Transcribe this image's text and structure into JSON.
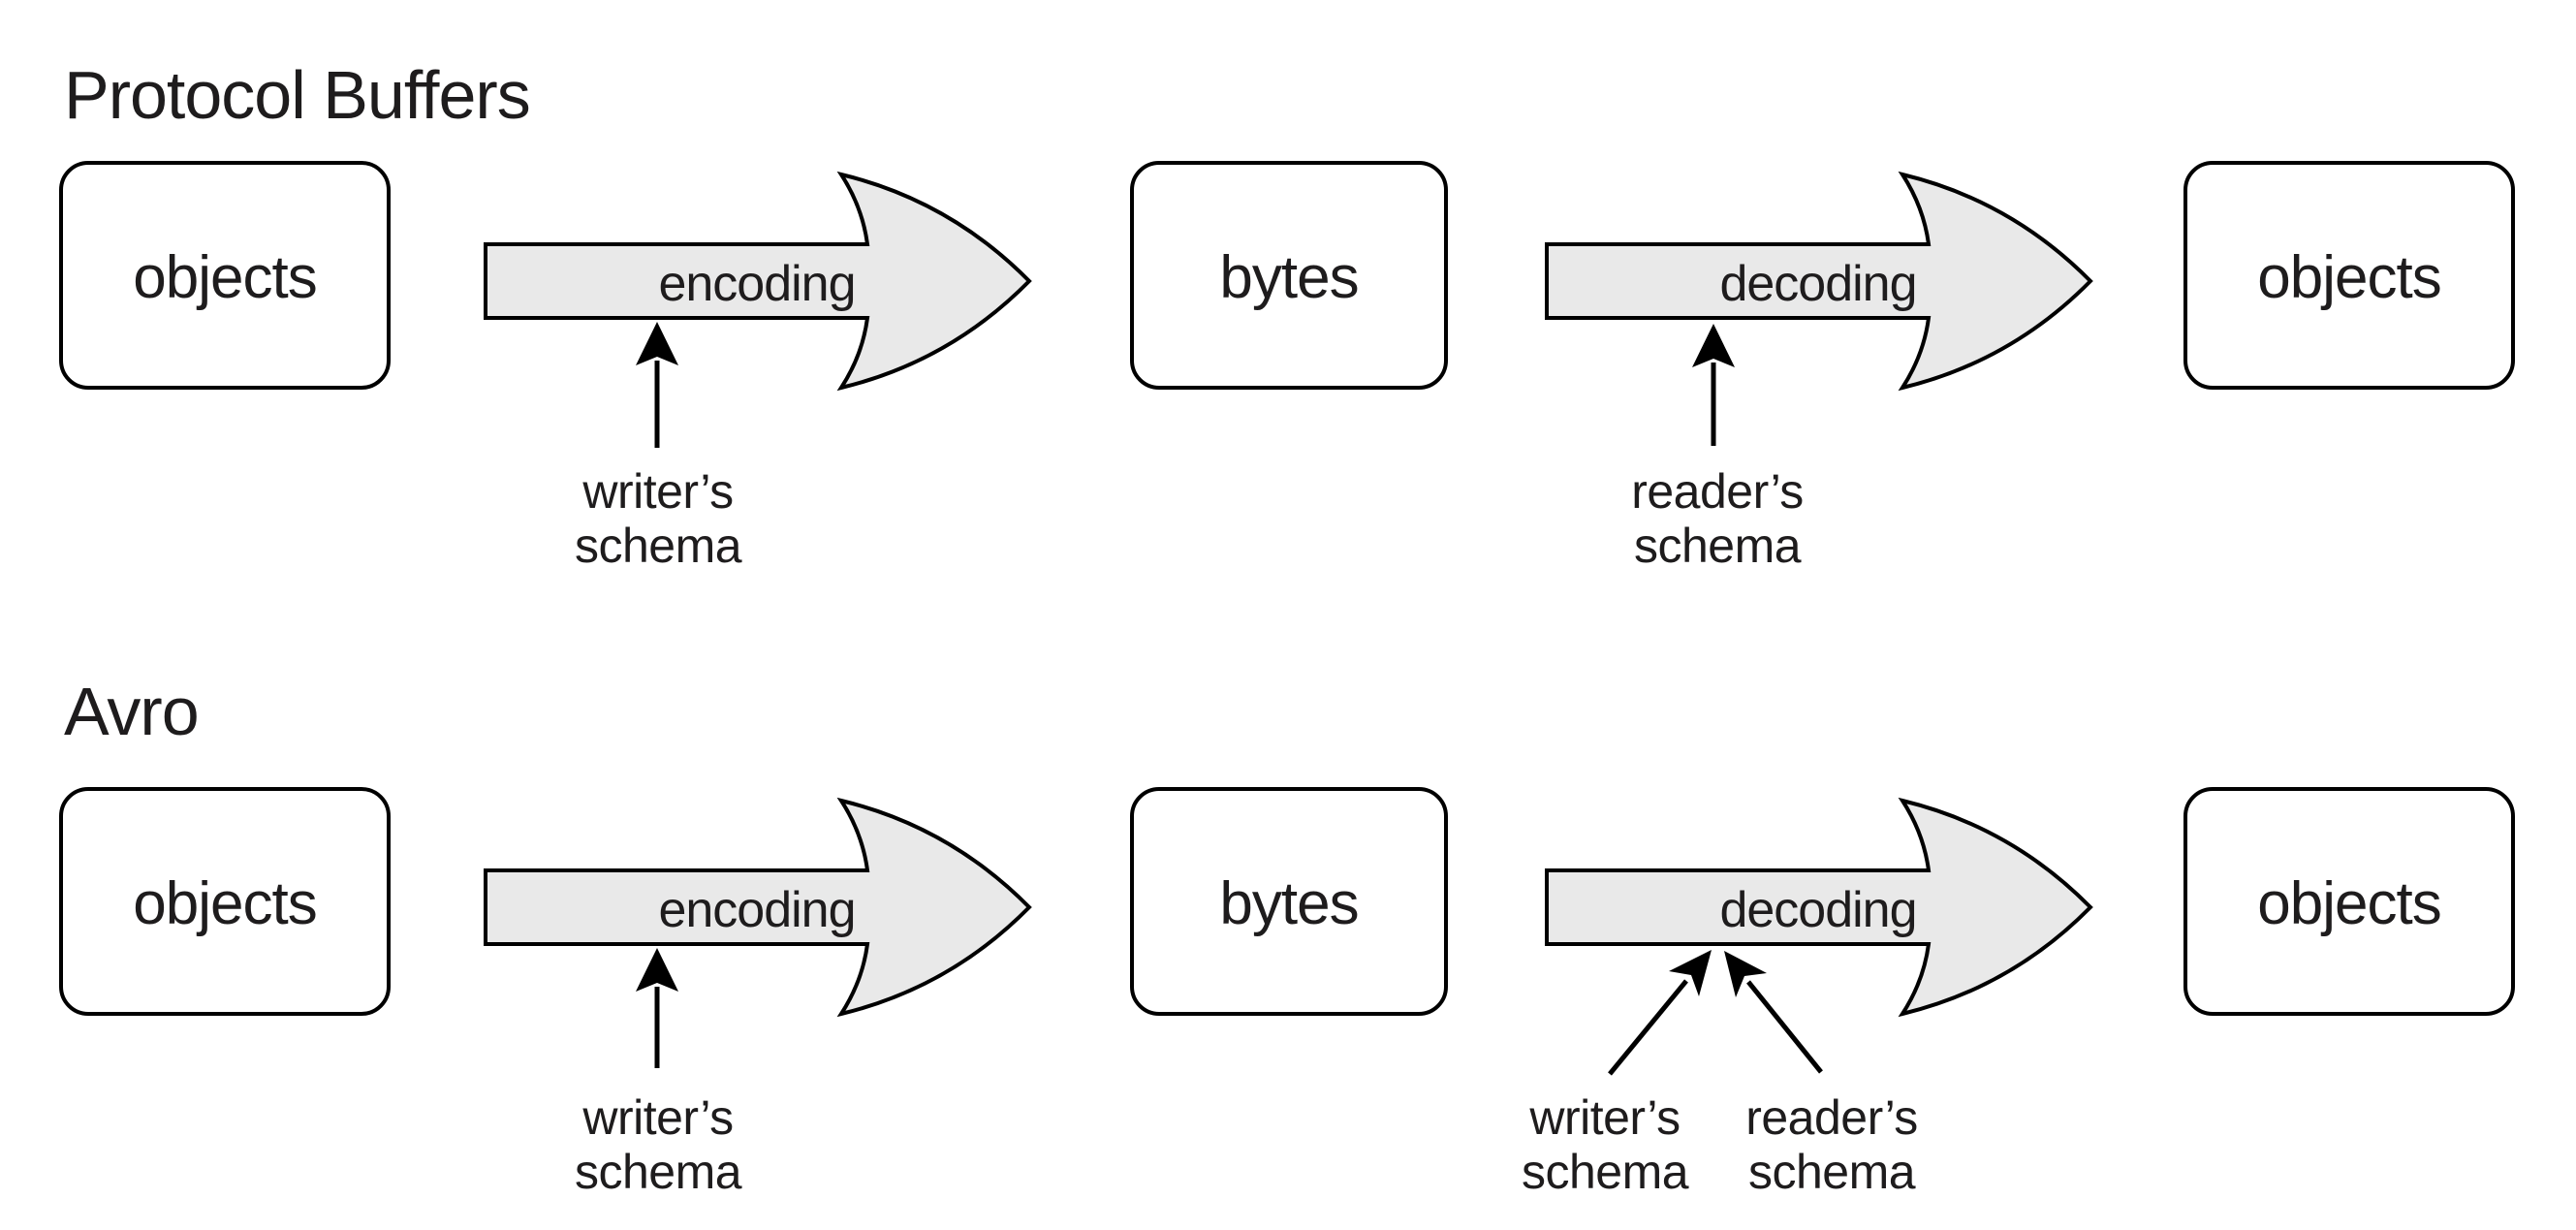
{
  "colors": {
    "arrow_fill": "#e9e9e9",
    "line": "#000000",
    "text": "#1e1c1d",
    "background": "#ffffff"
  },
  "protobuf": {
    "title": "Protocol Buffers",
    "source_box": "objects",
    "middle_box": "bytes",
    "target_box": "objects",
    "encode_arrow": "encoding",
    "decode_arrow": "decoding",
    "encode_annotation": {
      "line1": "writer’s",
      "line2": "schema"
    },
    "decode_annotation": {
      "line1": "reader’s",
      "line2": "schema"
    }
  },
  "avro": {
    "title": "Avro",
    "source_box": "objects",
    "middle_box": "bytes",
    "target_box": "objects",
    "encode_arrow": "encoding",
    "decode_arrow": "decoding",
    "encode_annotation": {
      "line1": "writer’s",
      "line2": "schema"
    },
    "decode_annotation_writer": {
      "line1": "writer’s",
      "line2": "schema"
    },
    "decode_annotation_reader": {
      "line1": "reader’s",
      "line2": "schema"
    }
  }
}
